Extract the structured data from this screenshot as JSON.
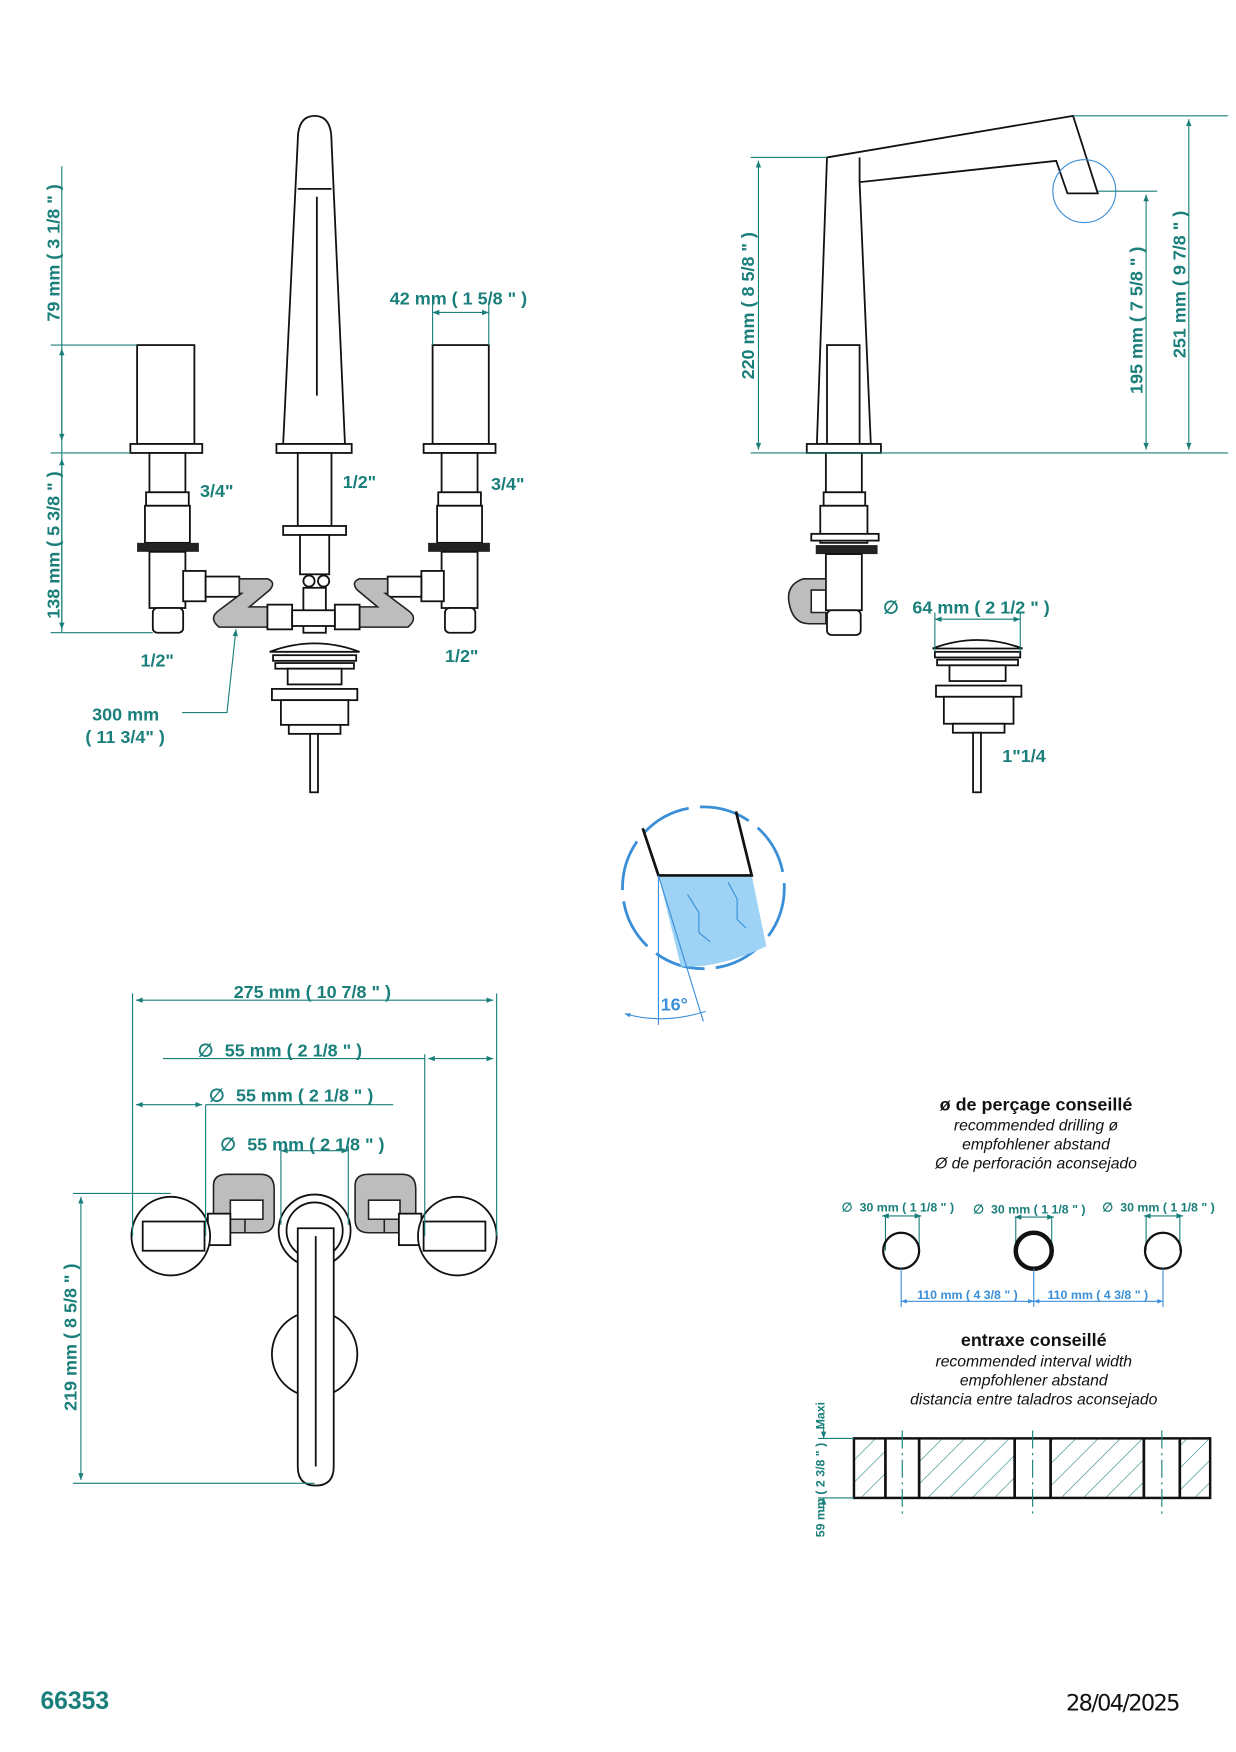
{
  "front_view": {
    "dim_handle_height": "79 mm ( 3 1/8 \" )",
    "dim_body_height": "138 mm ( 5 3/8 \" )",
    "dim_handle_width": "42 mm ( 1 5/8 \" )",
    "thread_left_upper": "3/4\"",
    "thread_center": "1/2\"",
    "thread_right_upper": "3/4\"",
    "thread_left_lower": "1/2\"",
    "thread_right_lower": "1/2\"",
    "hose_length_mm": "300 mm",
    "hose_length_in": "( 11 3/4\" )"
  },
  "side_view": {
    "dim_body_height": "220 mm ( 8 5/8 \" )",
    "dim_outlet_height": "195 mm ( 7 5/8 \" )",
    "dim_total_height": "251 mm ( 9 7/8 \" )",
    "drain_diameter": "64 mm ( 2 1/2 \" )",
    "drain_thread": "1\"1/4"
  },
  "detail": {
    "angle": "16°"
  },
  "top_view": {
    "dim_total_width": "275 mm ( 10 7/8 \" )",
    "dim_diameter_1": "55 mm ( 2 1/8 \" )",
    "dim_diameter_2": "55 mm ( 2 1/8 \" )",
    "dim_diameter_3": "55 mm ( 2 1/8 \" )",
    "dim_depth": "219 mm ( 8 5/8 \" )"
  },
  "drilling": {
    "title": "ø de perçage conseillé",
    "subtitles": [
      "recommended drilling ø",
      "empfohlener abstand",
      "Ø de perforación aconsejado"
    ],
    "holes": [
      "30 mm ( 1 1/8 \" )",
      "30 mm ( 1 1/8 \" )",
      "30 mm ( 1 1/8 \" )"
    ],
    "spacings": [
      "110 mm ( 4 3/8 \" )",
      "110 mm ( 4 3/8 \" )"
    ]
  },
  "interval": {
    "title": "entraxe conseillé",
    "subtitles": [
      "recommended interval width",
      "empfohlener abstand",
      "distancia entre taladros aconsejado"
    ],
    "thickness": "59 mm ( 2 3/8 \" )",
    "thickness_note": "Maxi"
  },
  "footer": {
    "reference": "66353",
    "date": "28/04/2025"
  },
  "colors": {
    "dimension": "#1a7f7a",
    "detail": "#3a8fd8"
  }
}
